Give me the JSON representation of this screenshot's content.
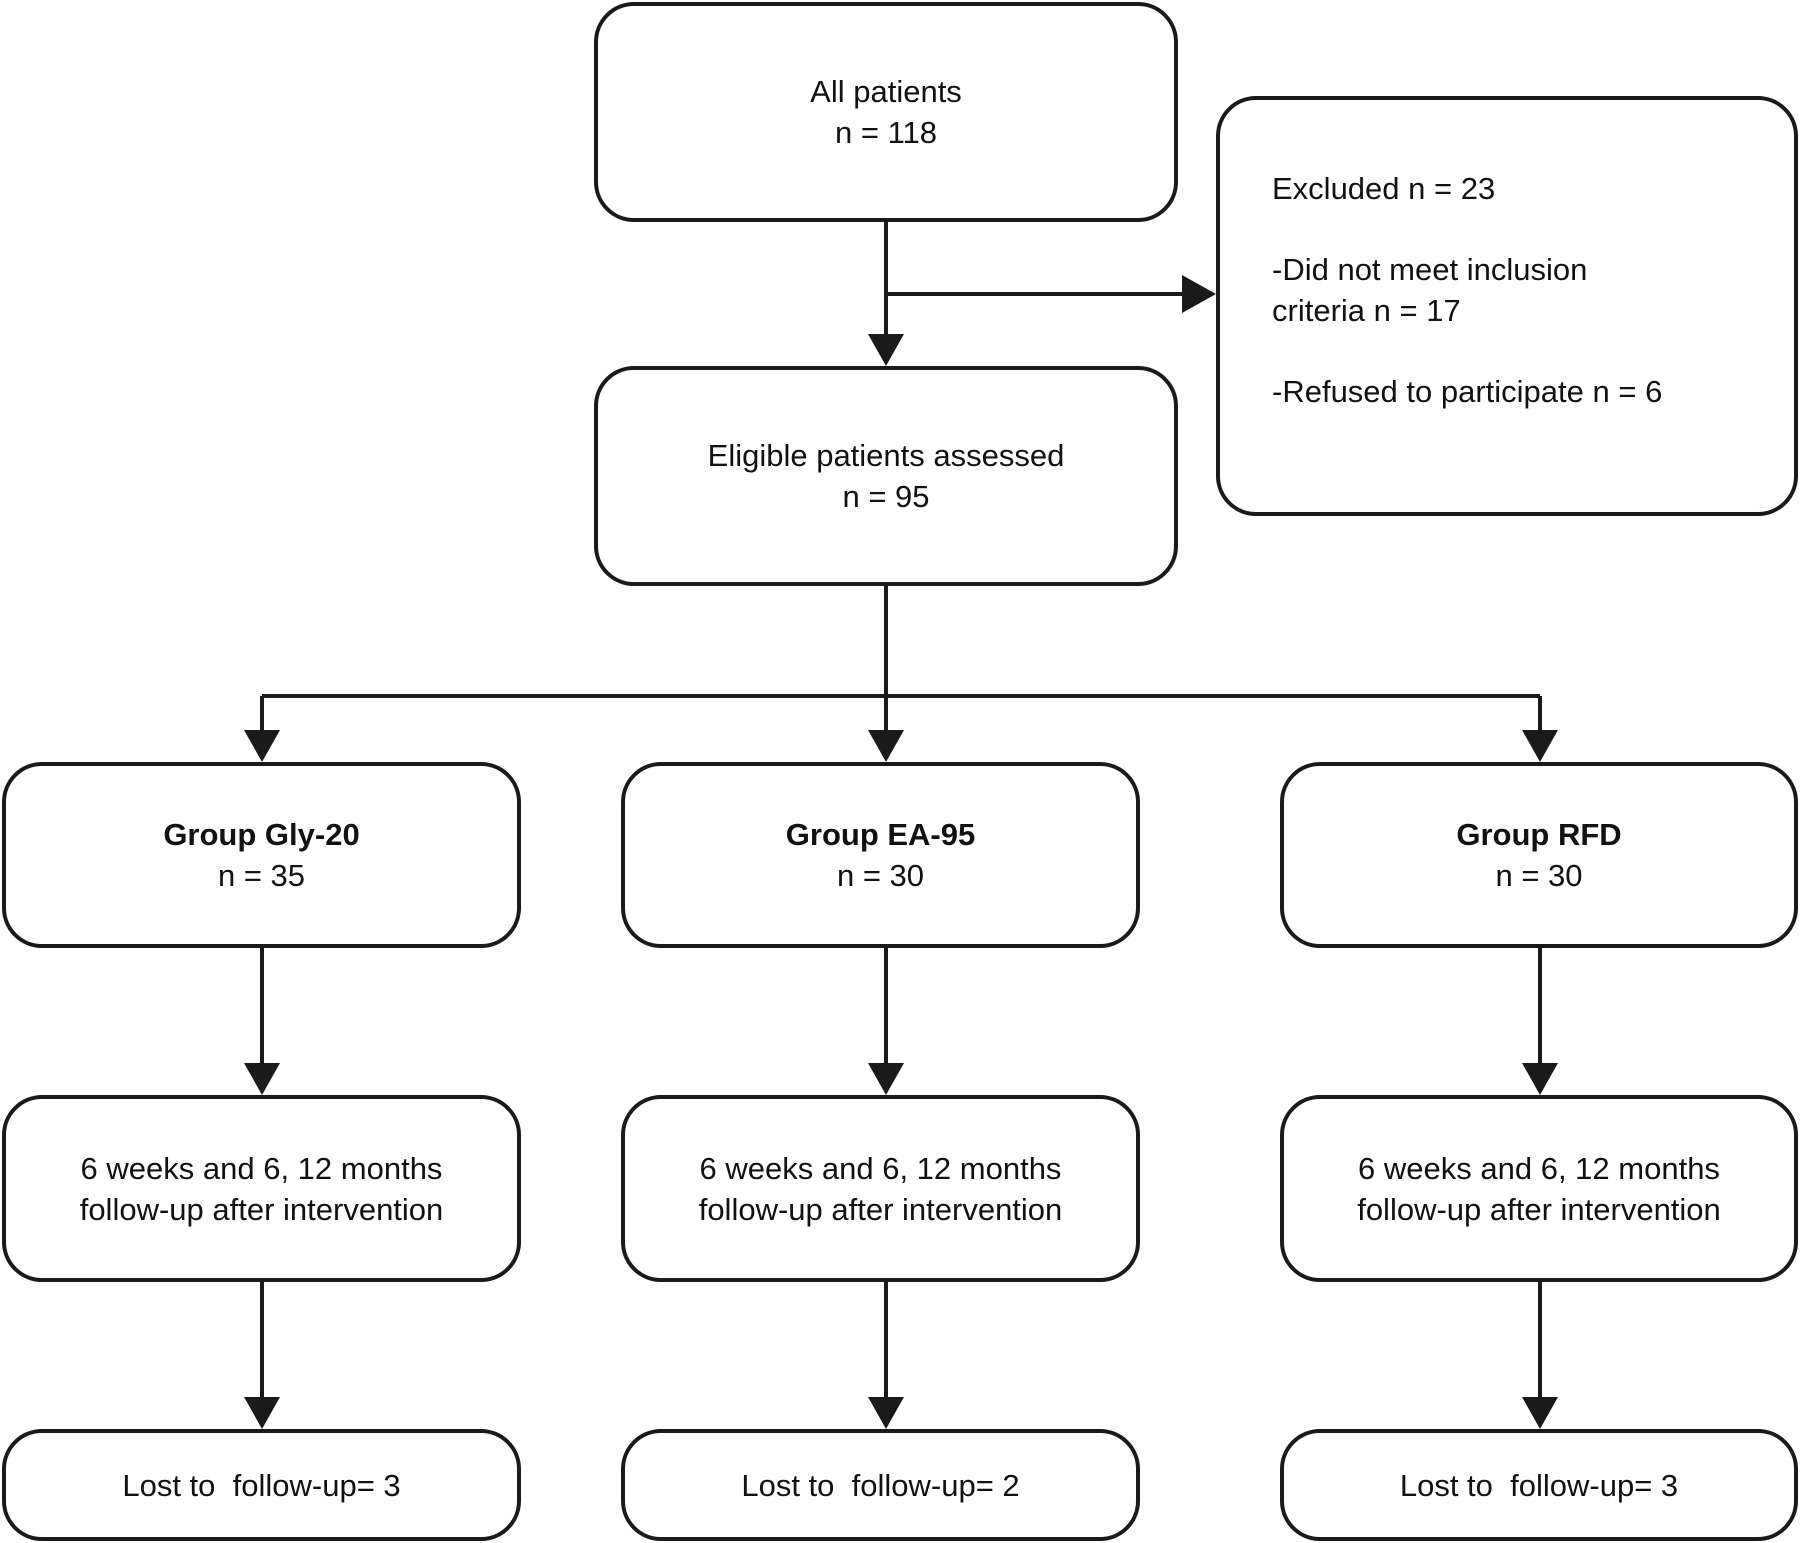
{
  "all_patients": {
    "label": "All patients",
    "count": "n = 118"
  },
  "excluded": {
    "title": "Excluded n = 23",
    "reason1_line1": "-Did not meet inclusion",
    "reason1_line2": "criteria n = 17",
    "reason2": "-Refused to participate n = 6"
  },
  "eligible": {
    "label": "Eligible patients assessed",
    "count": "n = 95"
  },
  "groups": [
    {
      "name": "Group Gly-20",
      "count": "n = 35",
      "followup_line1": "6 weeks and 6, 12 months",
      "followup_line2": "follow-up after intervention",
      "lost": "Lost to  follow-up= 3"
    },
    {
      "name": "Group EA-95",
      "count": "n = 30",
      "followup_line1": "6 weeks and 6, 12 months",
      "followup_line2": "follow-up after intervention",
      "lost": "Lost to  follow-up= 2"
    },
    {
      "name": "Group RFD",
      "count": "n = 30",
      "followup_line1": "6 weeks and 6, 12 months",
      "followup_line2": "follow-up after intervention",
      "lost": "Lost to  follow-up= 3"
    }
  ]
}
